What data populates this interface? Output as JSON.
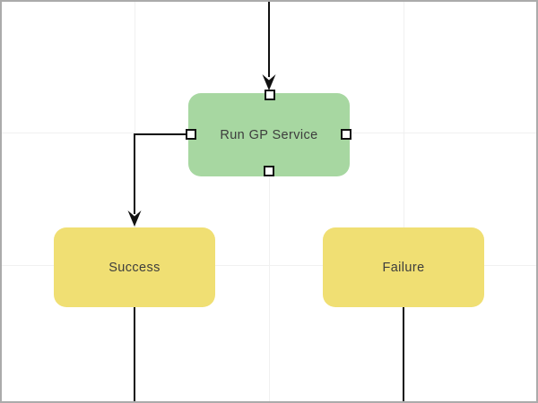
{
  "canvas": {
    "background": "#ffffff",
    "border_color": "#ababab",
    "grid_color": "#f0f0f0",
    "connector_color": "#111111",
    "handle_fill": "#ffffff",
    "handle_border": "#111111"
  },
  "diagram": {
    "nodes": [
      {
        "id": "run-gp-service",
        "label": "Run GP Service",
        "fill": "#a7d7a1",
        "text_color": "#3d3d3d",
        "selected": true
      },
      {
        "id": "success",
        "label": "Success",
        "fill": "#f0df73",
        "text_color": "#3d3d3d",
        "selected": false
      },
      {
        "id": "failure",
        "label": "Failure",
        "fill": "#f0df73",
        "text_color": "#3d3d3d",
        "selected": false
      }
    ],
    "connectors": [
      {
        "from": "canvas-top",
        "to": "run-gp-service-top",
        "arrowhead": true
      },
      {
        "from": "run-gp-service-left",
        "to": "success-top",
        "arrowhead": true
      },
      {
        "from": "success-bottom",
        "to": "canvas-bottom",
        "arrowhead": false
      },
      {
        "from": "failure-bottom",
        "to": "canvas-bottom",
        "arrowhead": false
      }
    ]
  }
}
